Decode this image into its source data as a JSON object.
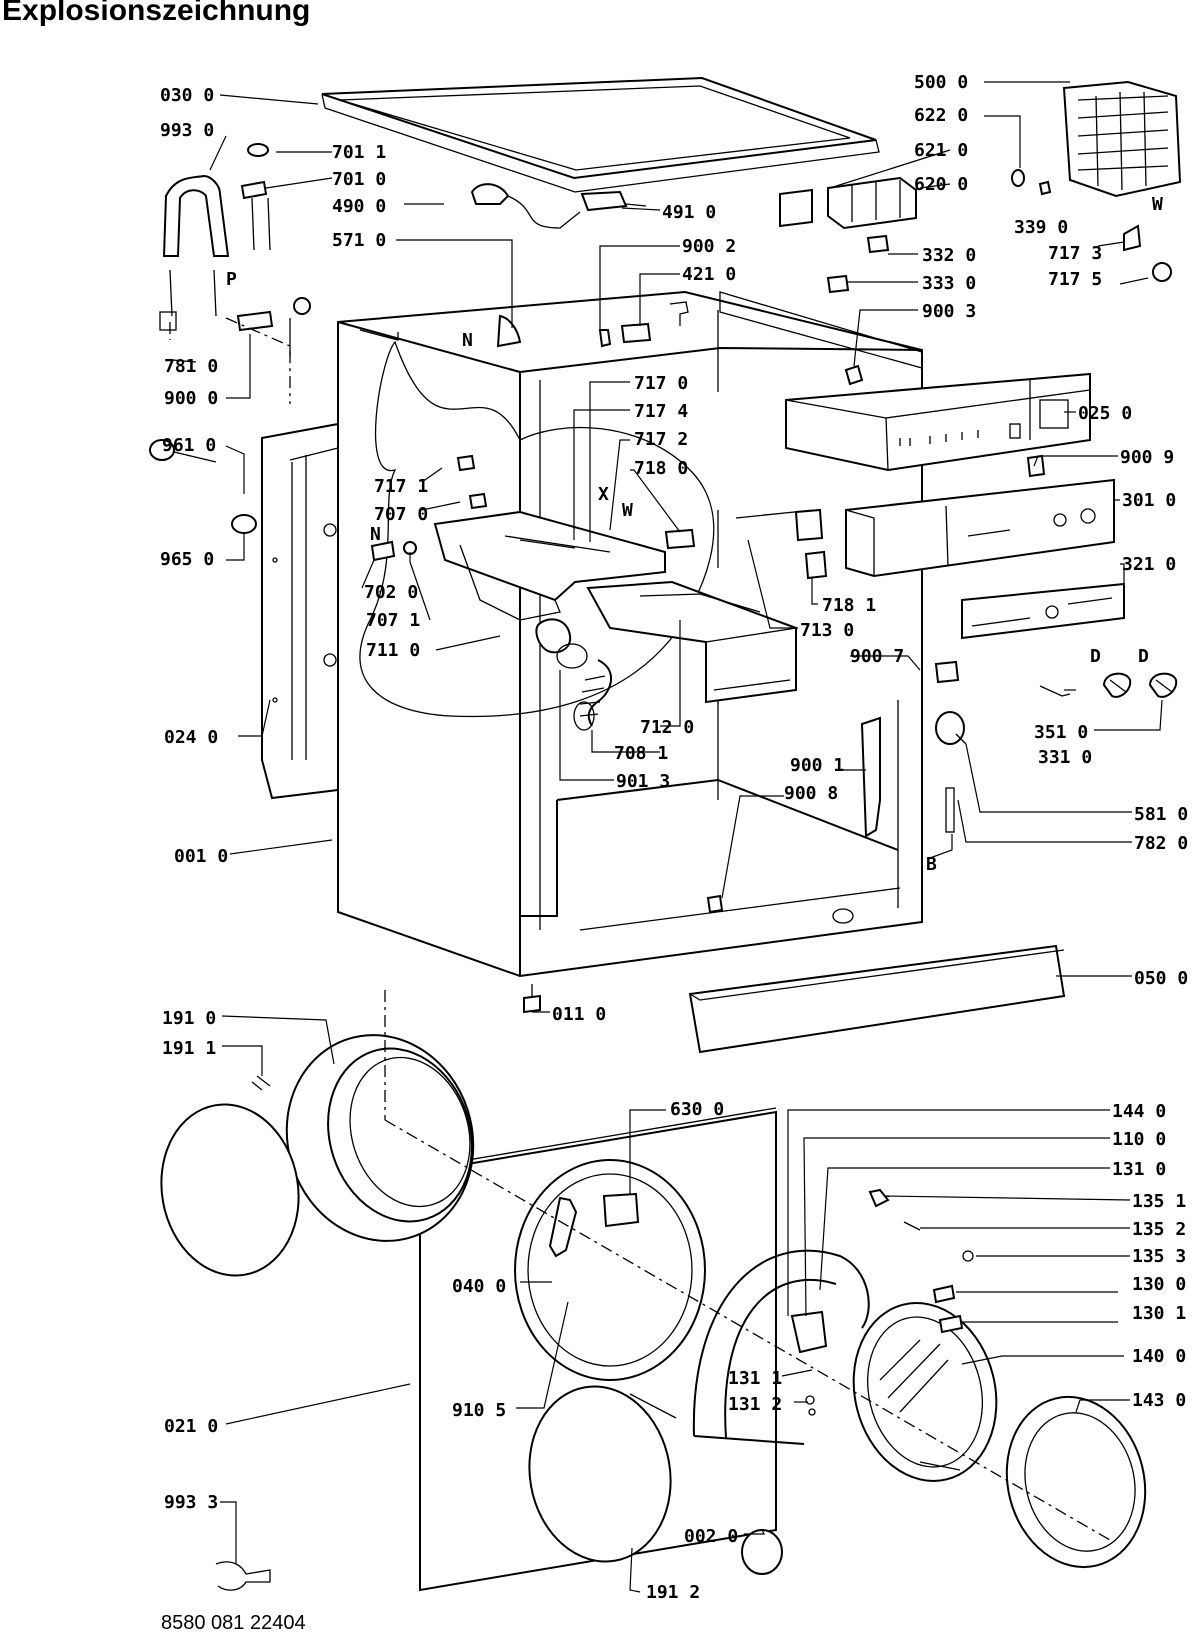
{
  "title": "Explosionszeichnung",
  "document_number": "8580 081 22404",
  "parts": [
    "030 0",
    "993 0",
    "701 1",
    "701 0",
    "490 0",
    "491 0",
    "571 0",
    "900 2",
    "421 0",
    "500 0",
    "622 0",
    "621 0",
    "620 0",
    "339 0",
    "717 3",
    "717 5",
    "332 0",
    "333 0",
    "900 3",
    "781 0",
    "900 0",
    "717 0",
    "717 4",
    "717 2",
    "718 0",
    "025 0",
    "900 9",
    "961 0",
    "717 1",
    "707 0",
    "301 0",
    "321 0",
    "965 0",
    "702 0",
    "707 1",
    "711 0",
    "718 1",
    "713 0",
    "900 7",
    "712 0",
    "708 1",
    "901 3",
    "351 0",
    "331 0",
    "024 0",
    "900 1",
    "900 8",
    "581 0",
    "782 0",
    "001 0",
    "050 0",
    "191 0",
    "191 1",
    "011 0",
    "630 0",
    "144 0",
    "110 0",
    "131 0",
    "135 1",
    "135 2",
    "135 3",
    "040 0",
    "130 0",
    "130 1",
    "131 1",
    "131 2",
    "140 0",
    "910 5",
    "021 0",
    "143 0",
    "993 3",
    "002 0",
    "191 2"
  ],
  "markers": [
    "P",
    "N",
    "X",
    "W",
    "W",
    "N",
    "D",
    "D",
    "B"
  ]
}
